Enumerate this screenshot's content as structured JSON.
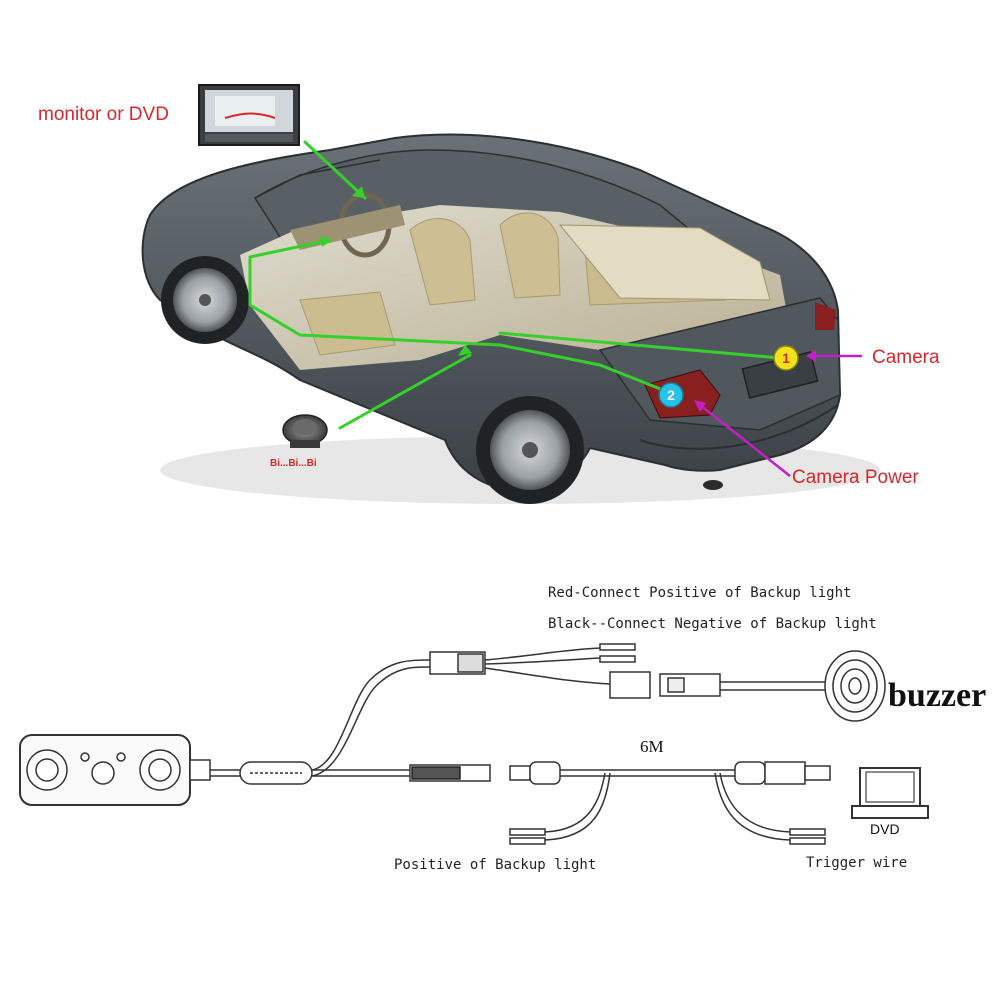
{
  "top": {
    "monitor_label": "monitor or DVD",
    "camera_label": "Camera",
    "camera_power_label": "Camera Power",
    "buzzer_sound": "Bi...Bi...Bi",
    "marker_1": "1",
    "marker_2": "2"
  },
  "wiring": {
    "red_wire": "Red-Connect Positive of Backup light",
    "black_wire": "Black--Connect Negative of Backup light",
    "buzzer_label": "buzzer",
    "cable_length": "6M",
    "dvd_label": "DVD",
    "positive_backup": "Positive of Backup light",
    "trigger_wire": "Trigger wire"
  },
  "colors": {
    "label_red": "#d9262a",
    "route_green": "#35d02c",
    "pointer_magenta": "#c51ec8",
    "marker_yellow": "#f2e21a",
    "marker_cyan": "#27c2e6",
    "car_body": "#4a5157",
    "interior": "#d8cba4"
  }
}
